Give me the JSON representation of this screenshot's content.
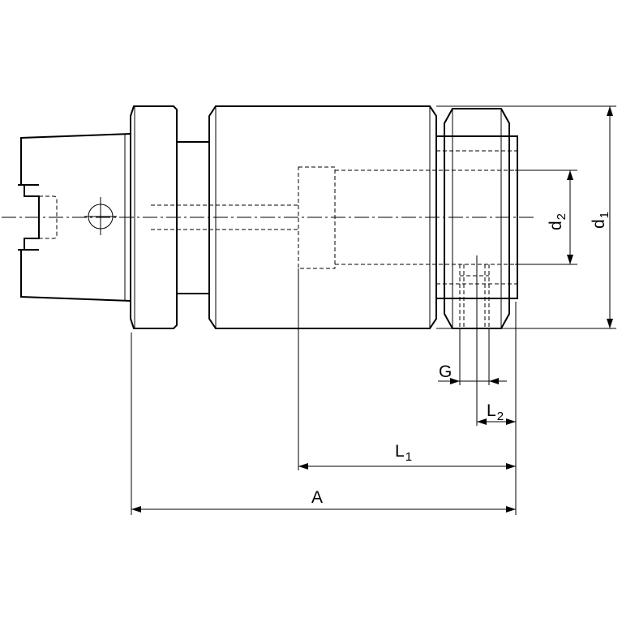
{
  "labels": {
    "d1": {
      "main": "d",
      "sub": "1"
    },
    "d2": {
      "main": "d",
      "sub": "2"
    },
    "G": {
      "main": "G"
    },
    "L2": {
      "main": "L",
      "sub": "2"
    },
    "L1": {
      "main": "L",
      "sub": "1"
    },
    "A": {
      "main": "A"
    }
  }
}
